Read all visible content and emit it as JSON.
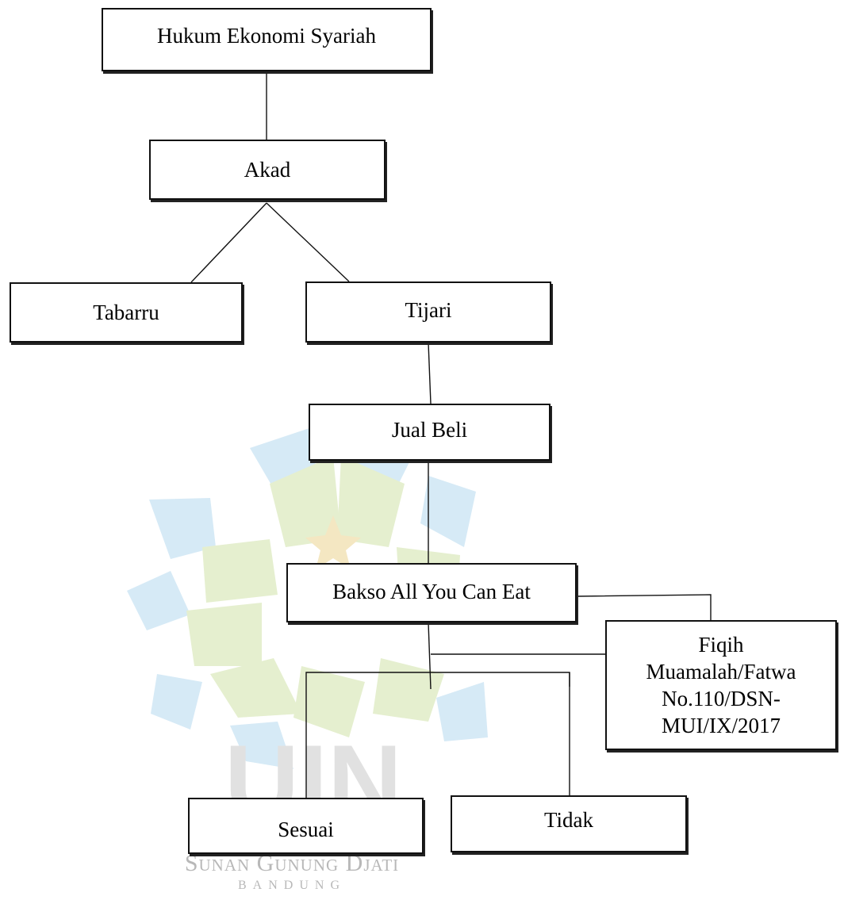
{
  "diagram": {
    "nodes": {
      "hukum": {
        "label": "Hukum Ekonomi Syariah"
      },
      "akad": {
        "label": "Akad"
      },
      "tabarru": {
        "label": "Tabarru"
      },
      "tijari": {
        "label": "Tijari"
      },
      "jual_beli": {
        "label": "Jual Beli"
      },
      "bakso": {
        "label": "Bakso All You Can Eat"
      },
      "fiqih": {
        "lines": [
          "Fiqih",
          "Muamalah/Fatwa",
          "No.110/DSN-",
          "MUI/IX/2017"
        ]
      },
      "sesuai": {
        "label": "Sesuai"
      },
      "tidak": {
        "label": "Tidak"
      }
    },
    "edges": [
      {
        "from": "hukum",
        "to": "akad"
      },
      {
        "from": "akad",
        "to": "tabarru"
      },
      {
        "from": "akad",
        "to": "tijari"
      },
      {
        "from": "tijari",
        "to": "jual_beli"
      },
      {
        "from": "jual_beli",
        "to": "bakso"
      },
      {
        "from": "bakso",
        "to": "fiqih"
      },
      {
        "from": "bakso",
        "to": "sesuai"
      },
      {
        "from": "bakso",
        "to": "tidak"
      }
    ]
  },
  "watermark": {
    "institution": "Sunan Gunung Djati",
    "city": "BANDUNG",
    "logo_text": "UIN",
    "colors": {
      "blue": "#d6eaf6",
      "green": "#e5efcf",
      "star": "#f4e7c2",
      "text": "#b8b8b8"
    }
  },
  "colors": {
    "line": "#111111",
    "box_border": "#111111",
    "background": "#ffffff"
  }
}
